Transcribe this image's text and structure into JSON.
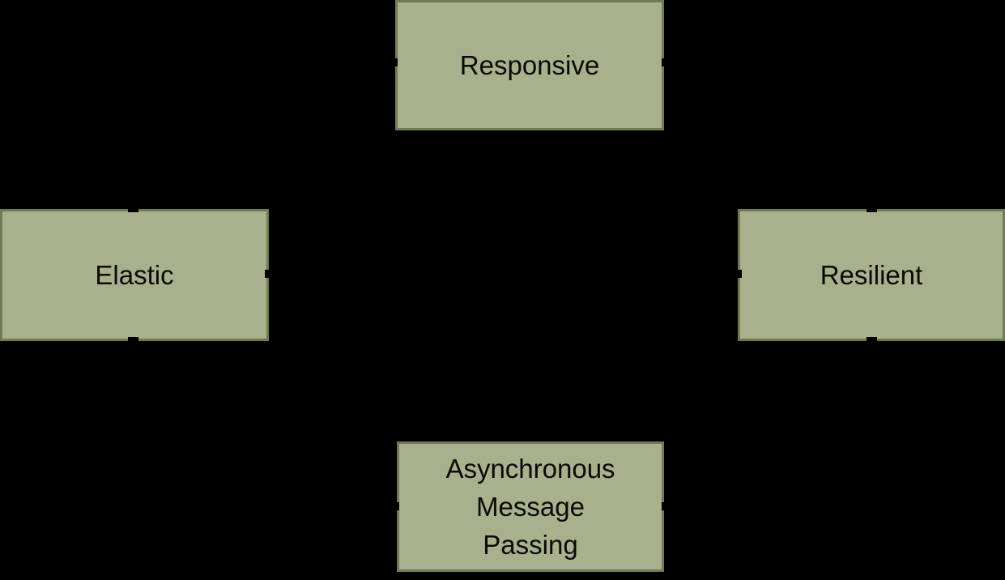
{
  "diagram": {
    "colors": {
      "background": "#000000",
      "box_fill": "#a9b18c",
      "box_border": "#6e7c55",
      "text": "#0a0a0a",
      "connector": "#000000"
    },
    "nodes": {
      "responsive": {
        "label": "Responsive"
      },
      "elastic": {
        "label": "Elastic"
      },
      "resilient": {
        "label": "Resilient"
      },
      "async": {
        "label": "Asynchronous\nMessage\nPassing"
      }
    },
    "edges": [
      {
        "from": "elastic-top",
        "to": "responsive-left"
      },
      {
        "from": "resilient-top",
        "to": "responsive-right"
      },
      {
        "from": "elastic-bottom",
        "to": "async-left"
      },
      {
        "from": "resilient-bottom",
        "to": "async-right"
      },
      {
        "from": "elastic-right",
        "to": "resilient-left"
      }
    ]
  }
}
